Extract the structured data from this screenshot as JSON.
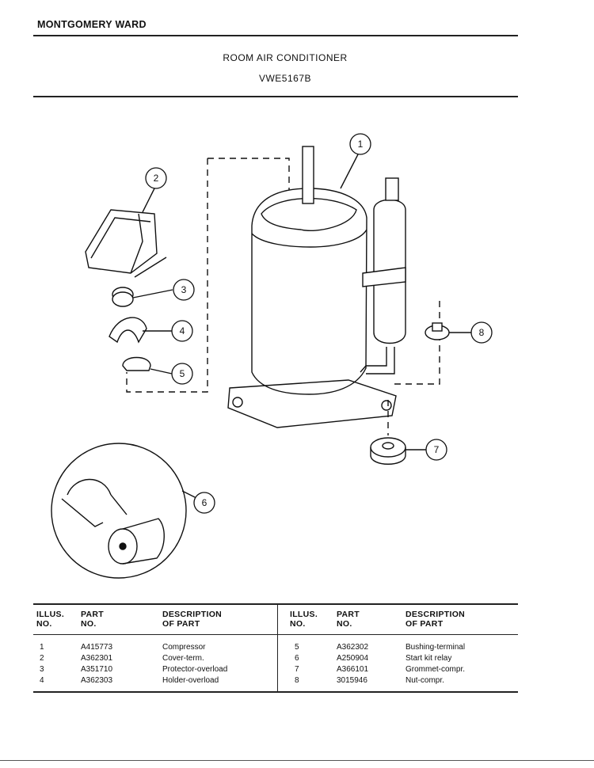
{
  "header": {
    "brand": "MONTGOMERY WARD",
    "title": "ROOM AIR CONDITIONER",
    "model": "VWE5167B"
  },
  "diagram": {
    "callouts": [
      "1",
      "2",
      "3",
      "4",
      "5",
      "6",
      "7",
      "8"
    ]
  },
  "table": {
    "headers": {
      "illus_line1": "ILLUS.",
      "illus_line2": "NO.",
      "part_line1": "PART",
      "part_line2": "NO.",
      "desc_line1": "DESCRIPTION",
      "desc_line2": "OF PART"
    },
    "left_rows": [
      {
        "illus": "1",
        "part": "A415773",
        "desc": "Compressor"
      },
      {
        "illus": "2",
        "part": "A362301",
        "desc": "Cover-term."
      },
      {
        "illus": "3",
        "part": "A351710",
        "desc": "Protector-overload"
      },
      {
        "illus": "4",
        "part": "A362303",
        "desc": "Holder-overload"
      }
    ],
    "right_rows": [
      {
        "illus": "5",
        "part": "A362302",
        "desc": "Bushing-terminal"
      },
      {
        "illus": "6",
        "part": "A250904",
        "desc": "Start kit relay"
      },
      {
        "illus": "7",
        "part": "A366101",
        "desc": "Grommet-compr."
      },
      {
        "illus": "8",
        "part": "3015946",
        "desc": "Nut-compr."
      }
    ]
  }
}
